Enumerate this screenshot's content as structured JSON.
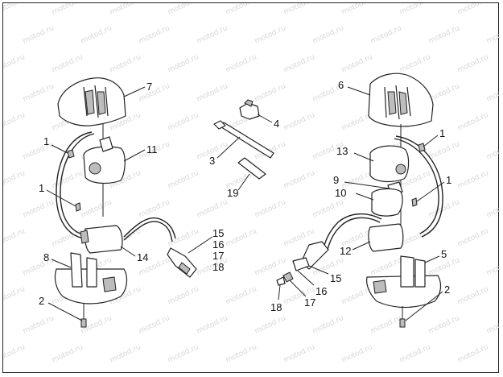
{
  "watermark": {
    "text": "motod.ru"
  },
  "callouts": [
    {
      "id": "c7",
      "text": "7"
    },
    {
      "id": "c1a",
      "text": "1"
    },
    {
      "id": "c11",
      "text": "11"
    },
    {
      "id": "c1b",
      "text": "1"
    },
    {
      "id": "c8",
      "text": "8"
    },
    {
      "id": "c14",
      "text": "14"
    },
    {
      "id": "c2a",
      "text": "2"
    },
    {
      "id": "c4",
      "text": "4"
    },
    {
      "id": "c3",
      "text": "3"
    },
    {
      "id": "c19",
      "text": "19"
    },
    {
      "id": "c15a",
      "text": "15"
    },
    {
      "id": "c16a",
      "text": "16"
    },
    {
      "id": "c17a",
      "text": "17"
    },
    {
      "id": "c18a",
      "text": "18"
    },
    {
      "id": "c6",
      "text": "6"
    },
    {
      "id": "c1c",
      "text": "1"
    },
    {
      "id": "c13",
      "text": "13"
    },
    {
      "id": "c9",
      "text": "9"
    },
    {
      "id": "c1d",
      "text": "1"
    },
    {
      "id": "c10",
      "text": "10"
    },
    {
      "id": "c12",
      "text": "12"
    },
    {
      "id": "c5",
      "text": "5"
    },
    {
      "id": "c15b",
      "text": "15"
    },
    {
      "id": "c16b",
      "text": "16"
    },
    {
      "id": "c17b",
      "text": "17"
    },
    {
      "id": "c18b",
      "text": "18"
    },
    {
      "id": "c2b",
      "text": "2"
    }
  ]
}
